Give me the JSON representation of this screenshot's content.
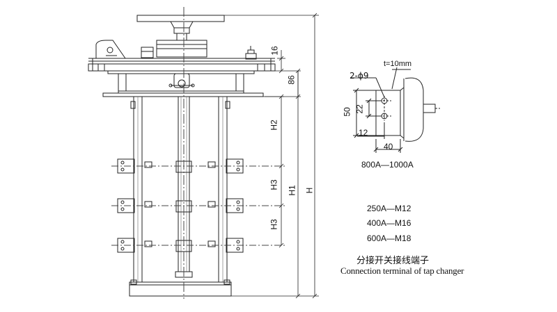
{
  "dimensions": {
    "d16": "16",
    "d86": "86",
    "H2": "H2",
    "H3a": "H3",
    "H3b": "H3",
    "H1": "H1",
    "H": "H"
  },
  "detail": {
    "thickness": "t=10mm",
    "holes": "2-ϕ9",
    "d50": "50",
    "d22": "22",
    "d12": "12",
    "d40": "40",
    "rating": "800A—1000A"
  },
  "terminals": [
    "250A—M12",
    "400A—M16",
    "600A—M18"
  ],
  "caption": {
    "cn": "分接开关接线端子",
    "en": "Connection terminal of tap changer"
  },
  "colors": {
    "line": "#222222",
    "center_line": "#444444"
  }
}
